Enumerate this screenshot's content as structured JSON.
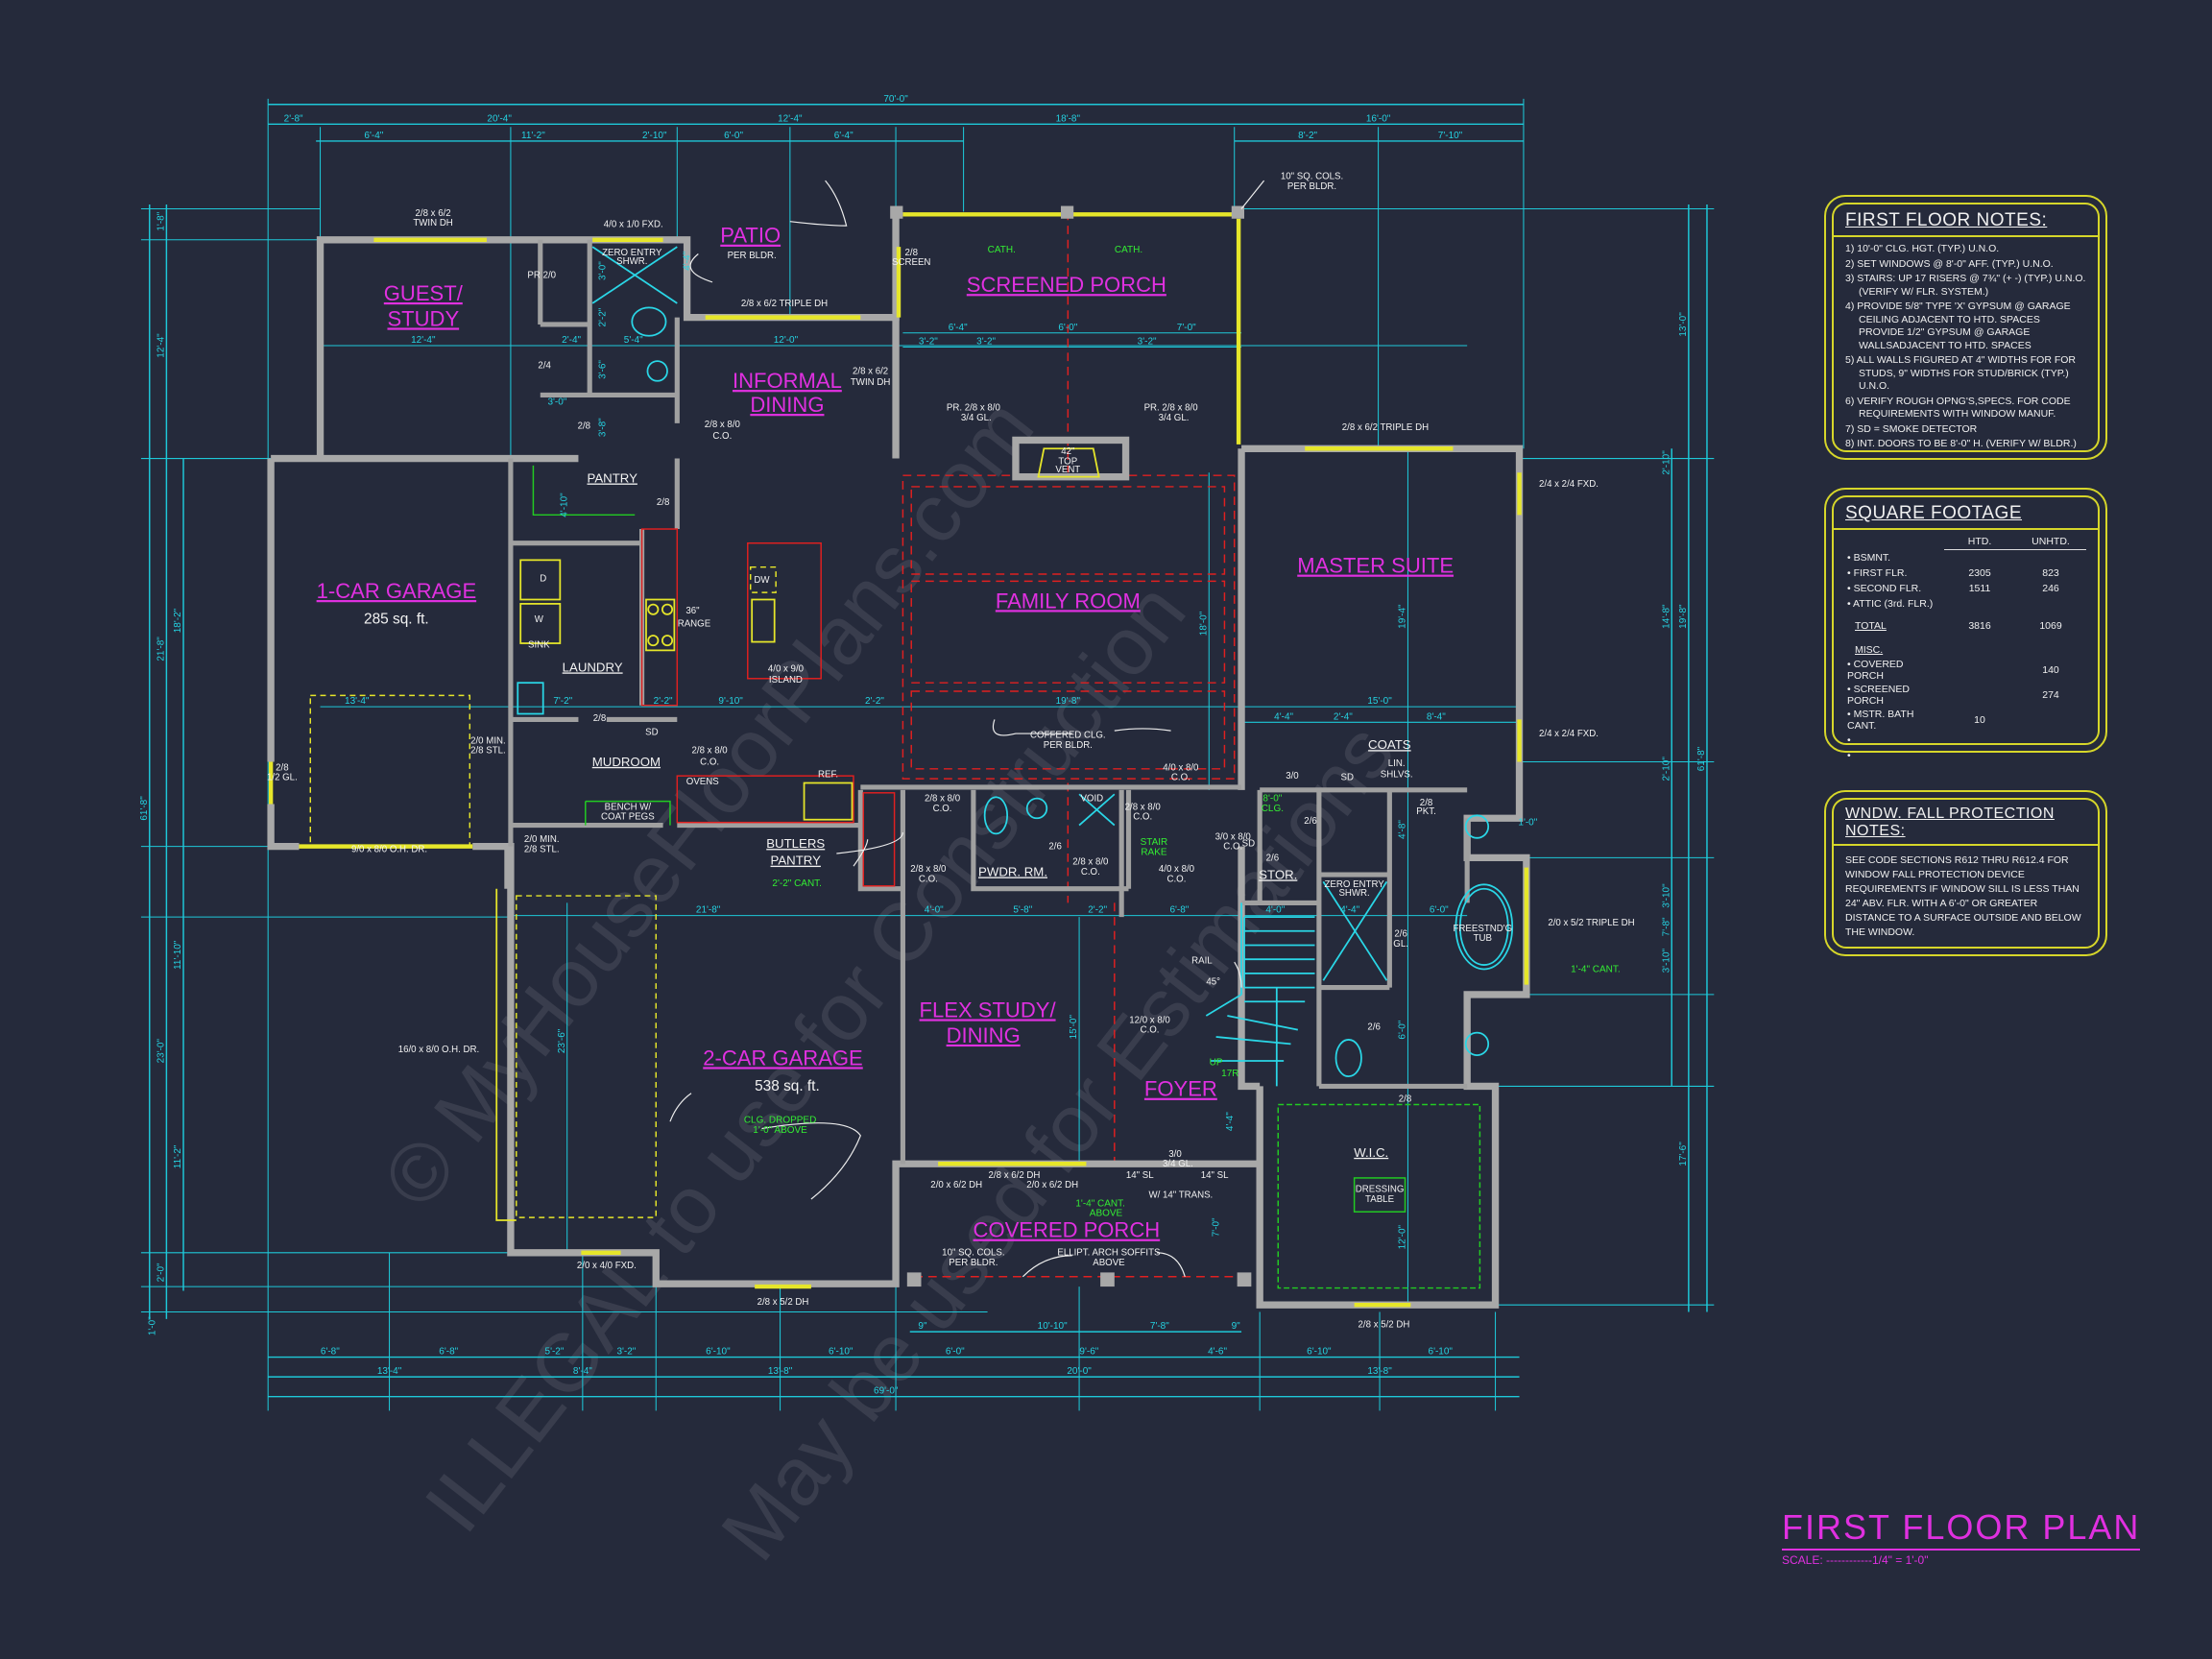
{
  "title": {
    "main": "FIRST FLOOR PLAN",
    "scale": "SCALE: ------------1/4\" = 1'-0\""
  },
  "watermark": [
    "© MyHouseFloorPlans.com",
    "ILLEGAL to use for Construction",
    "May be used for Estimations"
  ],
  "colors": {
    "background": "#252a3b",
    "rooms": "#e030e0",
    "dimensions": "#25d3e2",
    "walls": "#a8a8a8",
    "windows": "#e6e62a",
    "notes_green": "#33ee33",
    "ceiling": "#e02020",
    "panel_border": "#d6d62a"
  },
  "room_labels": [
    "GUEST/",
    "STUDY",
    "PATIO",
    "INFORMAL",
    "DINING",
    "SCREENED PORCH",
    "FAMILY ROOM",
    "MASTER SUITE",
    "1-CAR GARAGE",
    "2-CAR GARAGE",
    "FLEX STUDY/",
    "DINING",
    "FOYER",
    "COVERED PORCH"
  ],
  "areas": [
    "285 sq. ft.",
    "538 sq. ft."
  ],
  "small_labels": [
    "PANTRY",
    "LAUNDRY",
    "MUDROOM",
    "BUTLERS",
    "PANTRY",
    "PWDR. RM.",
    "STOR.",
    "COATS",
    "W.I.C."
  ],
  "annotations": [
    "2/8 x 6/2",
    "TWIN DH",
    "4/0 x 1/0 FXD.",
    "ZERO ENTRY",
    "SHWR.",
    "PR 2/0",
    "2/8 x 6/2 TRIPLE DH",
    "2/8 x 6/2",
    "TWIN DH",
    "2/4",
    "2/8",
    "2/8 x 8/0",
    "C.O.",
    "2/8",
    "D",
    "W",
    "36\"",
    "RANGE",
    "DW",
    "4/0 x 9/0",
    "ISLAND",
    "SINK",
    "2/8",
    "SD",
    "2/8 x 8/0",
    "C.O.",
    "OVENS",
    "REF.",
    "BENCH W/",
    "COAT PEGS",
    "2/0 MIN.",
    "2/8 STL.",
    "2/0 MIN.",
    "2/8 STL.",
    "9/0 x 8/0 O.H. DR.",
    "16/0 x 8/0 O.H. DR.",
    "2/8 x 8/0",
    "C.O.",
    "2/8 x 8/0",
    "C.O.",
    "VOID",
    "2/8 x 8/0",
    "C.O.",
    "2/6",
    "2/8 x 8/0",
    "C.O.",
    "4/0 x 8/0",
    "C.O.",
    "4/0 x 8/0",
    "C.O.",
    "3/0 x 8/0",
    "C.O.",
    "COFFERED CLG.",
    "PER BLDR.",
    "2/8",
    "SCREEN",
    "PR. 2/8 x 8/0",
    "3/4 GL.",
    "PR. 2/8 x 8/0",
    "3/4 GL.",
    "42\"",
    "TOP",
    "VENT",
    "10\" SQ. COLS.",
    "PER BLDR.",
    "2/8 x 6/2 TRIPLE DH",
    "2/4 x 2/4 FXD.",
    "2/4 x 2/4 FXD.",
    "3/0",
    "2/6",
    "2/6",
    "LIN.",
    "SHLVS.",
    "2/8",
    "PKT.",
    "ZERO ENTRY",
    "SHWR.",
    "2/6",
    "GL.",
    "FREESTND'G",
    "TUB",
    "2/0 x 5/2 TRIPLE DH",
    "2/6",
    "2/8",
    "RAIL",
    "45°",
    "12/0 x 8/0",
    "C.O.",
    "3/0",
    "3/4 GL.",
    "14\" SL",
    "14\" SL",
    "W/ 14\" TRANS.",
    "2/8 x 6/2 DH",
    "2/0 x 6/2 DH",
    "2/0 x 6/2 DH",
    "10\" SQ. COLS.",
    "PER BLDR.",
    "ELLIPT. ARCH SOFFITS",
    "ABOVE",
    "DRESSING",
    "TABLE",
    "2/0 x 4/0 FXD.",
    "2/8 x 5/2 DH",
    "2/8 x 5/2 DH",
    "2/8",
    "1/2 GL.",
    "PER BLDR.",
    "SD",
    "SD"
  ],
  "green_notes": [
    "CATH.",
    "CATH.",
    "CLG. DROPPED",
    "1'-0\" ABOVE",
    "2'-2\" CANT.",
    "STAIR",
    "RAKE",
    "8'-0\"",
    "CLG.",
    "UP",
    "17R",
    "1'-4\" CANT.",
    "ABOVE",
    "1'-4\" CANT."
  ],
  "dimensions": {
    "top": [
      "70'-0\"",
      "2'-8\"",
      "20'-4\"",
      "12'-4\"",
      "18'-8\"",
      "16'-0\"",
      "6'-4\"",
      "11'-2\"",
      "2'-10\"",
      "6'-0\"",
      "6'-4\"",
      "8'-2\"",
      "7'-10\""
    ],
    "bottom": [
      "6'-8\"",
      "6'-8\"",
      "5'-2\"",
      "3'-2\"",
      "6'-10\"",
      "6'-10\"",
      "6'-0\"",
      "9'-6\"",
      "4'-6\"",
      "6'-10\"",
      "6'-10\"",
      "13'-4\"",
      "8'-4\"",
      "13'-8\"",
      "20'-0\"",
      "13'-8\"",
      "69'-0\"",
      "9\"",
      "10'-10\"",
      "7'-8\"",
      "9\""
    ],
    "left": [
      "61'-8\"",
      "1'-8\"",
      "12'-4\"",
      "21'-8\"",
      "23'-0\"",
      "2'-0\"",
      "1'-0\"",
      "18'-2\"",
      "11'-10\"",
      "11'-2\""
    ],
    "right": [
      "2'-10\"",
      "14'-8\"",
      "2'-10\"",
      "3'-10\"",
      "7'-8\"",
      "3'-10\"",
      "13'-0\"",
      "19'-8\"",
      "17'-6\"",
      "61'-8\""
    ],
    "interior": [
      "12'-4\"",
      "2'-4\"",
      "5'-4\"",
      "12'-0\"",
      "3'-0\"",
      "6'-4\"",
      "6'-0\"",
      "7'-0\"",
      "3'-2\"",
      "3'-2\"",
      "3'-2\"",
      "13'-4\"",
      "9'-10\"",
      "2'-2\"",
      "2'-2\"",
      "19'-8\"",
      "7'-2\"",
      "15'-0\"",
      "4'-4\"",
      "2'-4\"",
      "8'-4\"",
      "21'-8\"",
      "4'-0\"",
      "5'-8\"",
      "2'-2\"",
      "6'-8\"",
      "4'-0\"",
      "4'-4\"",
      "6'-0\"",
      "1'-0\"",
      "18'-0\"",
      "19'-4\"",
      "23'-6\"",
      "15'-0\"",
      "12'-0\"",
      "4'-8\"",
      "6'-0\"",
      "3'-6\"",
      "3'-8\"",
      "2'-2\"",
      "3'-0\"",
      "4'-4\"",
      "4'-10\"",
      "4'-4\"",
      "7'-0\""
    ]
  },
  "first_floor_notes": {
    "heading": "FIRST FLOOR NOTES:",
    "items": [
      "1) 10'-0\" CLG. HGT. (TYP.) U.N.O.",
      "2) SET WINDOWS @ 8'-0\" AFF. (TYP.) U.N.O.",
      "3) STAIRS: UP 17 RISERS @ 7¾\" (+ -) (TYP.) U.N.O. (VERIFY W/ FLR. SYSTEM.)",
      "4) PROVIDE 5/8\" TYPE 'X' GYPSUM @ GARAGE CEILING ADJACENT TO HTD. SPACES PROVIDE 1/2\" GYPSUM @ GARAGE WALLSADJACENT TO HTD. SPACES",
      "5) ALL WALLS FIGURED AT 4\" WIDTHS FOR FOR STUDS, 9\" WIDTHS FOR STUD/BRICK (TYP.) U.N.O.",
      "6) VERIFY ROUGH OPNG'S,SPECS. FOR CODE REQUIREMENTS WITH WINDOW MANUF.",
      "7) SD = SMOKE DETECTOR",
      "8) INT. DOORS TO BE 8'-0\" H. (VERIFY W/ BLDR.)"
    ]
  },
  "square_footage": {
    "heading": "SQUARE FOOTAGE",
    "col_htd": "HTD.",
    "col_unhtd": "UNHTD.",
    "rows": [
      {
        "label": "• BSMNT.",
        "htd": "",
        "unhtd": ""
      },
      {
        "label": "• FIRST FLR.",
        "htd": "2305",
        "unhtd": "823"
      },
      {
        "label": "• SECOND FLR.",
        "htd": "1511",
        "unhtd": "246"
      },
      {
        "label": "• ATTIC (3rd. FLR.)",
        "htd": "",
        "unhtd": ""
      }
    ],
    "total": {
      "label": "TOTAL",
      "htd": "3816",
      "unhtd": "1069"
    },
    "misc_label": "MISC.",
    "misc": [
      {
        "label": "• COVERED PORCH",
        "htd": "",
        "unhtd": "140"
      },
      {
        "label": "• SCREENED PORCH",
        "htd": "",
        "unhtd": "274"
      },
      {
        "label": "• MSTR. BATH CANT.",
        "htd": "10",
        "unhtd": ""
      },
      {
        "label": "•",
        "htd": "",
        "unhtd": ""
      },
      {
        "label": "•",
        "htd": "",
        "unhtd": ""
      }
    ]
  },
  "fall_protection": {
    "heading": "WNDW. FALL PROTECTION NOTES:",
    "text": "SEE CODE SECTIONS R612 THRU R612.4 FOR WINDOW FALL PROTECTION DEVICE REQUIREMENTS IF WINDOW SILL IS LESS THAN 24\" ABV. FLR. WITH A 6'-0\" OR GREATER DISTANCE TO A SURFACE OUTSIDE AND BELOW THE WINDOW."
  }
}
